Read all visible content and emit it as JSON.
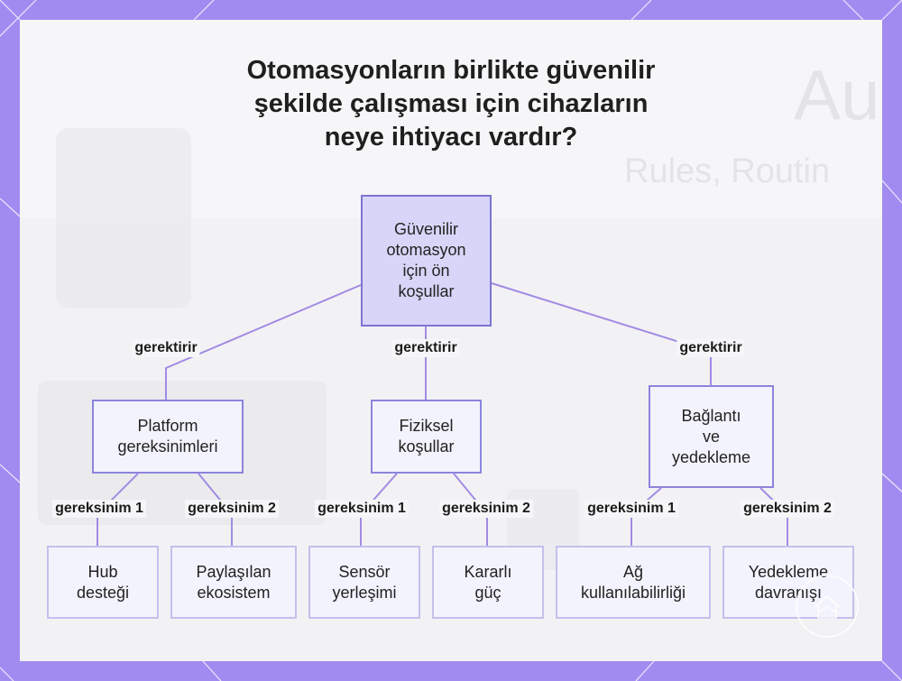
{
  "title_lines": [
    "Otomasyonların birlikte güvenilir",
    "şekilde çalışması için cihazların",
    "neye ihtiyacı vardır?"
  ],
  "root": {
    "lines": [
      "Güvenilir",
      "otomasyon",
      "için ön",
      "koşullar"
    ]
  },
  "edge_labels": {
    "requires": "gerektirir",
    "req1": "gereksinim 1",
    "req2": "gereksinim 2"
  },
  "mid": [
    {
      "lines": [
        "Platform",
        "gereksinimleri"
      ]
    },
    {
      "lines": [
        "Fiziksel",
        "koşullar"
      ]
    },
    {
      "lines": [
        "Bağlantı",
        "ve",
        "yedekleme"
      ]
    }
  ],
  "leaves": [
    {
      "lines": [
        "Hub",
        "desteği"
      ]
    },
    {
      "lines": [
        "Paylaşılan",
        "ekosistem"
      ]
    },
    {
      "lines": [
        "Sensör",
        "yerleşimi"
      ]
    },
    {
      "lines": [
        "Kararlı",
        "güç"
      ]
    },
    {
      "lines": [
        "Ağ",
        "kullanılabilirliği"
      ]
    },
    {
      "lines": [
        "Yedekleme",
        "davranışı"
      ]
    }
  ],
  "background_text": {
    "line1": "Au",
    "line2": "Rules, Routin"
  },
  "colors": {
    "frame": "#a28bf0",
    "root_fill": "#d8d6f8",
    "node_fill": "#f3f3fd",
    "connector": "#a28be4"
  },
  "icons": [
    "home-badge-icon"
  ]
}
